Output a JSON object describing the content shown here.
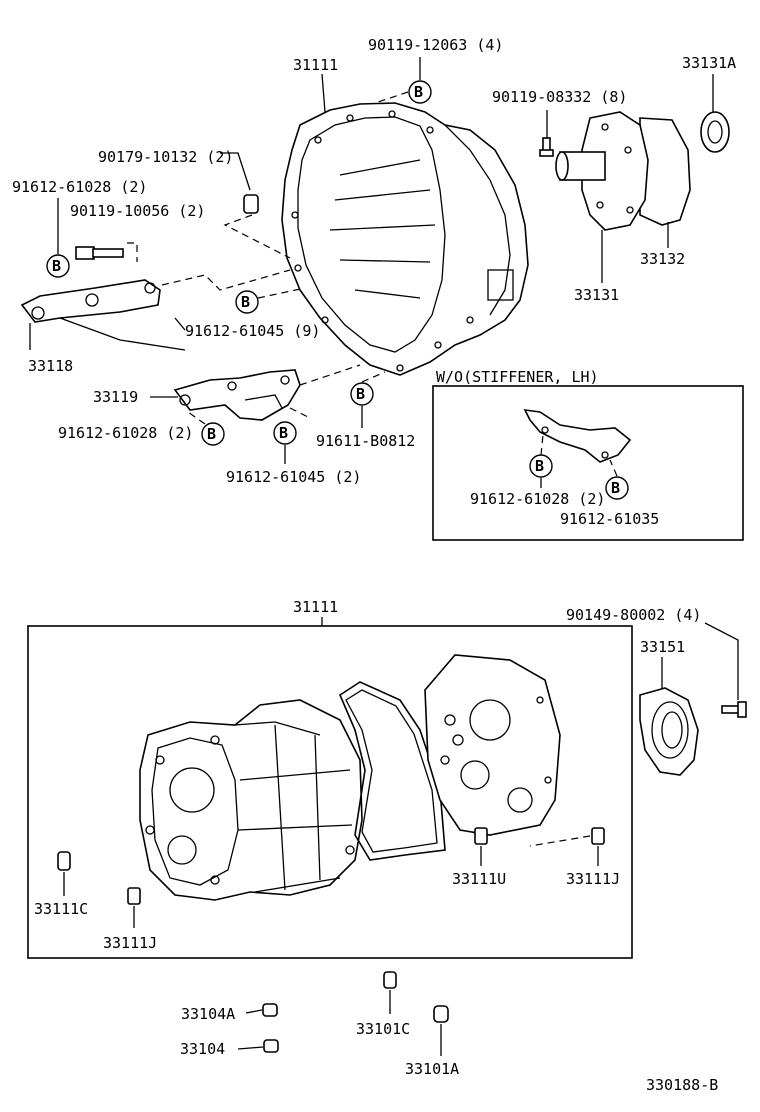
{
  "labels": {
    "p31111_top": "31111",
    "p90119_12063": "90119-12063 (4)",
    "p33131A": "33131A",
    "p90119_08332": "90119-08332 (8)",
    "p90179_10132": "90179-10132 (2)",
    "p91612_61028_a": "91612-61028 (2)",
    "p90119_10056": "90119-10056 (2)",
    "p33132": "33132",
    "p33131": "33131",
    "p91612_61045_9": "91612-61045 (9)",
    "p33118": "33118",
    "wo_stiffener": "W/O(STIFFENER, LH)",
    "p33119": "33119",
    "p91612_61028_b": "91612-61028 (2)",
    "p91611_B0812": "91611-B0812",
    "p91612_61045_2": "91612-61045 (2)",
    "p91612_61028_c": "91612-61028 (2)",
    "p91612_61035": "91612-61035",
    "p31111_bottom": "31111",
    "p90149_80002": "90149-80002 (4)",
    "p33151": "33151",
    "p33111U": "33111U",
    "p33111J_right": "33111J",
    "p33111C": "33111C",
    "p33111J_left": "33111J",
    "p33104A": "33104A",
    "p33101C": "33101C",
    "p33104": "33104",
    "p33101A": "33101A",
    "diagram_code": "330188-B"
  },
  "marker_letter": "B"
}
